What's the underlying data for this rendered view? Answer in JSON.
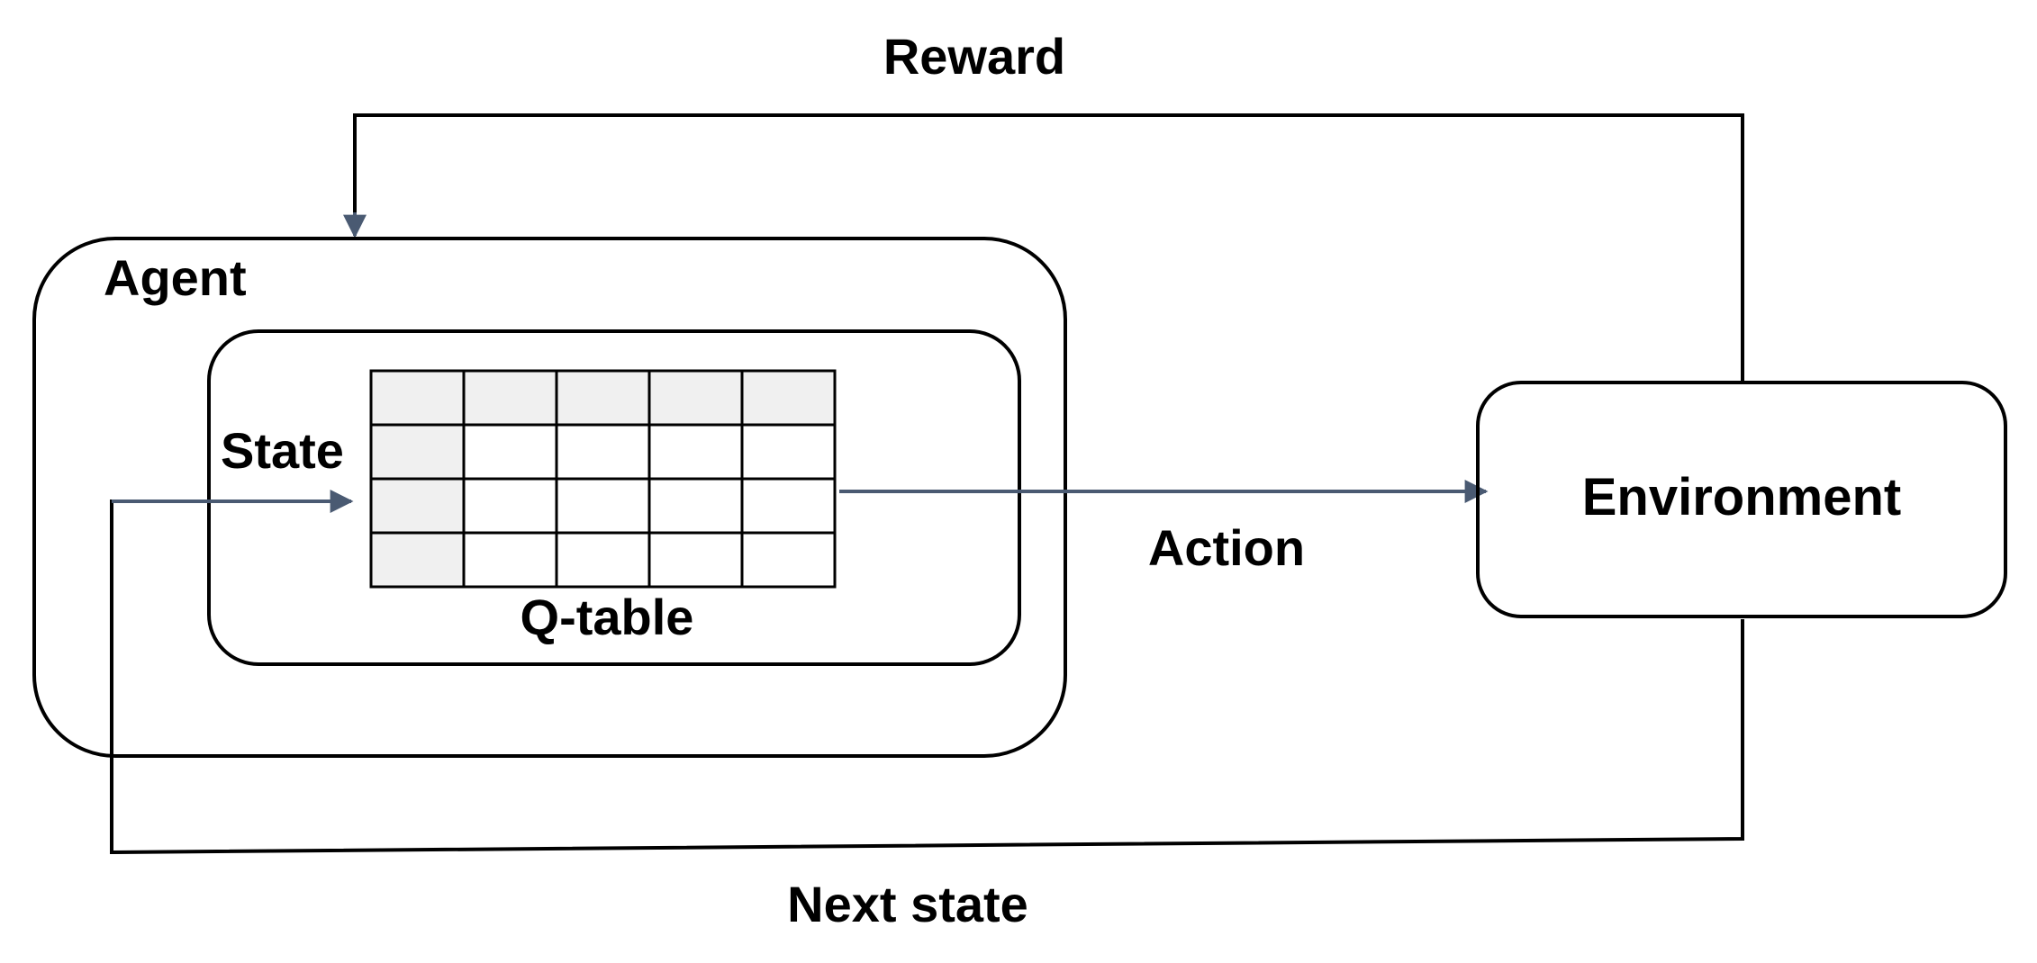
{
  "labels": {
    "reward": "Reward",
    "agent": "Agent",
    "state": "State",
    "q_table": "Q-table",
    "action": "Action",
    "environment": "Environment",
    "next_state": "Next state"
  },
  "q_table": {
    "rows": 4,
    "cols": 5,
    "header_shaded": true
  },
  "colors": {
    "stroke": "#000000",
    "arrow": "#4a5a72",
    "shade": "#f0f0f0"
  }
}
